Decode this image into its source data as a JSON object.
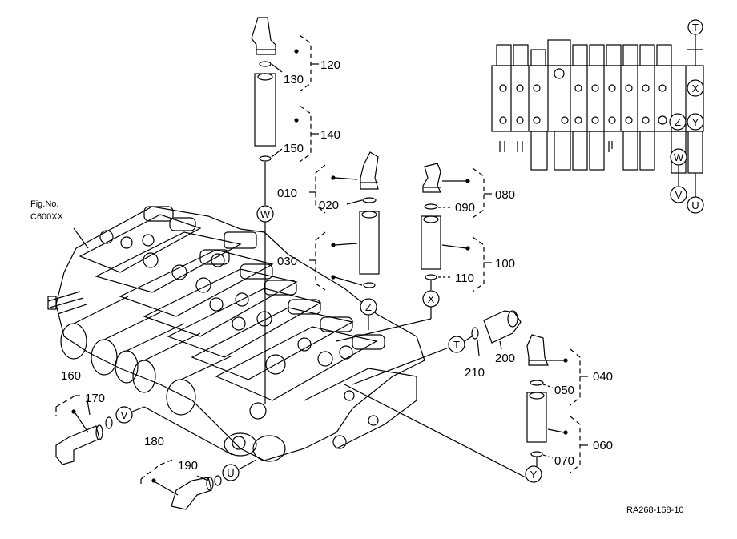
{
  "figure_ref_label": "Fig.No.",
  "figure_ref_code": "C600XX",
  "drawing_id": "RA268-168-10",
  "part_numbers": {
    "p010": "010",
    "p020": "020",
    "p030": "030",
    "p040": "040",
    "p050": "050",
    "p060": "060",
    "p070": "070",
    "p080": "080",
    "p090": "090",
    "p100": "100",
    "p110": "110",
    "p120": "120",
    "p130": "130",
    "p140": "140",
    "p150": "150",
    "p160": "160",
    "p170": "170",
    "p180": "180",
    "p190": "190",
    "p200": "200",
    "p210": "210"
  },
  "port_markers": {
    "T": "T",
    "U": "U",
    "V": "V",
    "W": "W",
    "X": "X",
    "Y": "Y",
    "Z": "Z"
  }
}
